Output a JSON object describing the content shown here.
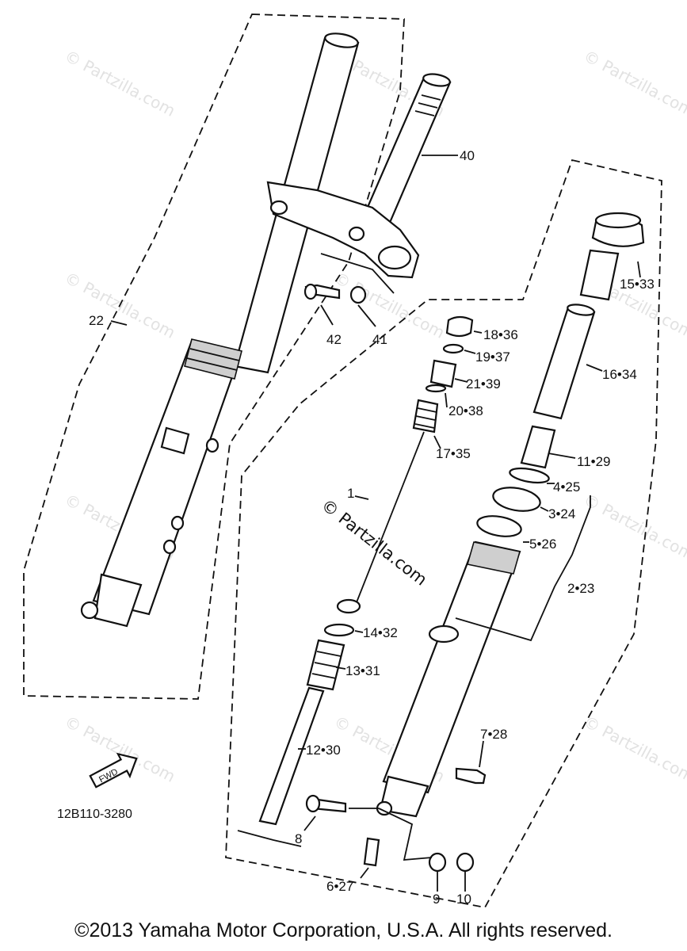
{
  "diagram": {
    "watermark_text": "© Partzilla.com",
    "center_watermark_text": "© Partzilla.com",
    "drawing_code": "12B110-3280",
    "fwd_label": "FWD",
    "callouts": [
      {
        "id": "c40",
        "text": "40"
      },
      {
        "id": "c22",
        "text": "22"
      },
      {
        "id": "c42",
        "text": "42"
      },
      {
        "id": "c41",
        "text": "41"
      },
      {
        "id": "c1",
        "text": "1"
      },
      {
        "id": "c15",
        "text": "15•33"
      },
      {
        "id": "c16",
        "text": "16•34"
      },
      {
        "id": "c11",
        "text": "11•29"
      },
      {
        "id": "c4",
        "text": "4•25"
      },
      {
        "id": "c3",
        "text": "3•24"
      },
      {
        "id": "c5",
        "text": "5•26"
      },
      {
        "id": "c2",
        "text": "2•23"
      },
      {
        "id": "c18",
        "text": "18•36"
      },
      {
        "id": "c19",
        "text": "19•37"
      },
      {
        "id": "c21",
        "text": "21•39"
      },
      {
        "id": "c20",
        "text": "20•38"
      },
      {
        "id": "c17",
        "text": "17•35"
      },
      {
        "id": "c14",
        "text": "14•32"
      },
      {
        "id": "c13",
        "text": "13•31"
      },
      {
        "id": "c12",
        "text": "12•30"
      },
      {
        "id": "c7",
        "text": "7•28"
      },
      {
        "id": "c8",
        "text": "8"
      },
      {
        "id": "c6",
        "text": "6•27"
      },
      {
        "id": "c9",
        "text": "9"
      },
      {
        "id": "c10",
        "text": "10"
      }
    ]
  },
  "footer": {
    "copyright": "©2013  Yamaha Motor Corporation, U.S.A. All rights reserved."
  }
}
